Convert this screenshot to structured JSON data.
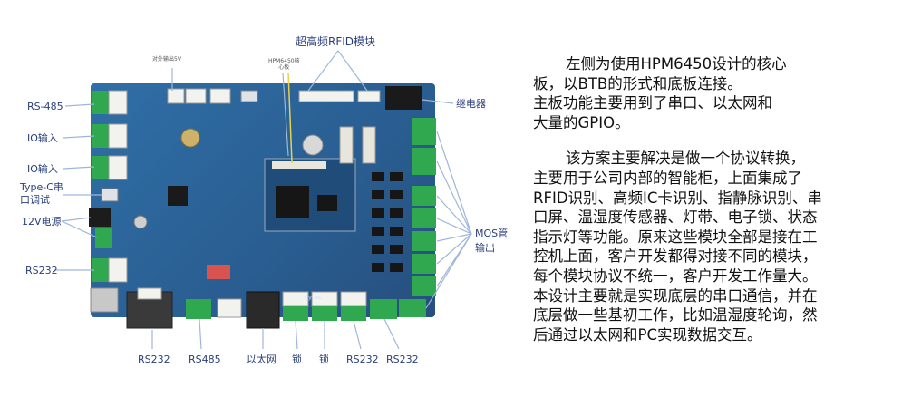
{
  "labels": {
    "rfid": "超高频RFID模块",
    "ext_5v": "对外输出5V",
    "core": "HPM6450核\n心板",
    "rs485_left": "RS-485",
    "io_in_1": "IO输入",
    "io_in_2": "IO输入",
    "typec": "Type-C串\n口调试",
    "power": "12V电源",
    "rs232_left": "RS232",
    "relay": "继电器",
    "mos": "MOS管\n输出",
    "rs232_b1": "RS232",
    "rs485_b": "RS485",
    "ethernet": "以太网",
    "lock1": "锁",
    "lock2": "锁",
    "rs232_b2": "RS232",
    "rs232_b3": "RS232",
    "board_brand": "Cyttec"
  },
  "description": {
    "p1_line1": "左侧为使用HPM6450设计的核心",
    "p1_line2": "板，以BTB的形式和底板连接。",
    "p1_line3": "主板功能主要用到了串口、以太网和",
    "p1_line4": "大量的GPIO。",
    "p2_line1": "该方案主要解决是做一个协议转换，",
    "p2_line2": "主要用于公司内部的智能柜，上面集成了",
    "p2_line3": "RFID识别、高频IC卡识别、指静脉识别、串",
    "p2_line4": "口屏、温湿度传感器、灯带、电子锁、状态",
    "p2_line5": "指示灯等功能。原来这些模块全部是接在工",
    "p2_line6": "控机上面，客户开发都得对接不同的模块，",
    "p2_line7": "每个模块协议不统一，客户开发工作量大。",
    "p2_line8": "本设计主要就是实现底层的串口通信，并在",
    "p2_line9": "底层做一些基初工作，比如温湿度轮询，然",
    "p2_line10": "后通过以太网和PC实现数据交互。"
  },
  "colors": {
    "board": "#2a5f93",
    "connector_green": "#2fa84f",
    "label_text": "#2a3f7a",
    "line": "#9fb6d9"
  }
}
